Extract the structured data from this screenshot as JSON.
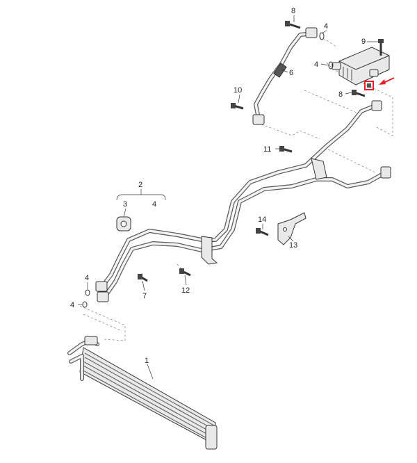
{
  "callouts": {
    "c1": "1",
    "c2": "2",
    "c3": "3",
    "c4a": "4",
    "c4b": "4",
    "c4c": "4",
    "c4d": "4",
    "c6": "6",
    "c7": "7",
    "c8a": "8",
    "c8b": "8",
    "c9": "9",
    "c10": "10",
    "c11": "11",
    "c12": "12",
    "c13": "13",
    "c14": "14"
  },
  "colors": {
    "highlight": "#e8202a",
    "line": "#333333",
    "pipe": "#555555"
  },
  "icons": {
    "highlight_marker": "red-square-marker",
    "pointer": "red-arrow-icon"
  }
}
